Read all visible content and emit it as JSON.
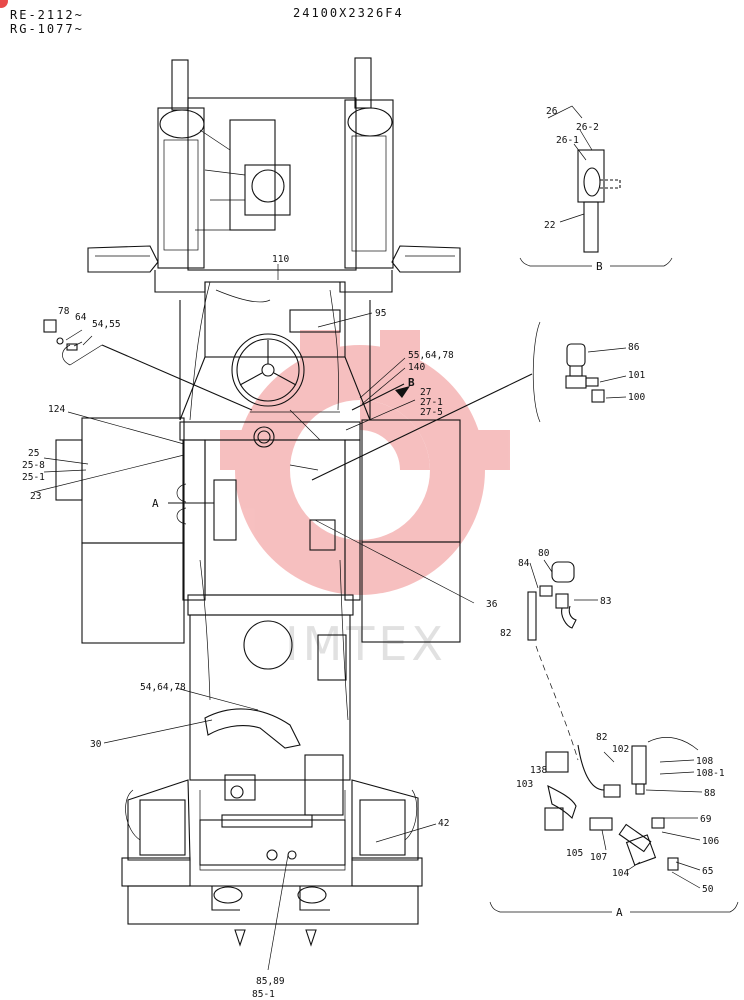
{
  "header": {
    "model_line_1": "RE-2112~",
    "model_line_2": "RG-1077~",
    "part_code": "24100X2326F4"
  },
  "watermark": {
    "text": "IMTEX",
    "color": "#e84a4a"
  },
  "labels": {
    "l110": "110",
    "l95": "95",
    "l78": "78",
    "l64": "64",
    "l5455": "54,55",
    "l556478": "55,64,78",
    "l140": "140",
    "lB": "B",
    "l27": "27",
    "l271": "27-1",
    "l275": "27-5",
    "l124": "124",
    "l25": "25",
    "l258": "25-8",
    "l251": "25-1",
    "l23": "23",
    "lA": "A",
    "l36": "36",
    "l546478": "54,64,78",
    "l30": "30",
    "l42": "42",
    "l8589": "85,89",
    "l851": "85-1"
  },
  "detail_b": {
    "caption": "B",
    "labels": {
      "l26": "26",
      "l262": "26-2",
      "l261": "26-1",
      "l22": "22"
    }
  },
  "detail_upper_right": {
    "labels": {
      "l86": "86",
      "l101": "101",
      "l100": "100"
    }
  },
  "detail_mid_right": {
    "labels": {
      "l84": "84",
      "l80": "80",
      "l83": "83",
      "l82": "82"
    }
  },
  "detail_a": {
    "caption": "A",
    "labels": {
      "l82": "82",
      "l102": "102",
      "l108": "108",
      "l1081": "108-1",
      "l138": "138",
      "l103": "103",
      "l88": "88",
      "l69": "69",
      "l106": "106",
      "l105": "105",
      "l107": "107",
      "l104": "104",
      "l65": "65",
      "l50": "50"
    }
  }
}
